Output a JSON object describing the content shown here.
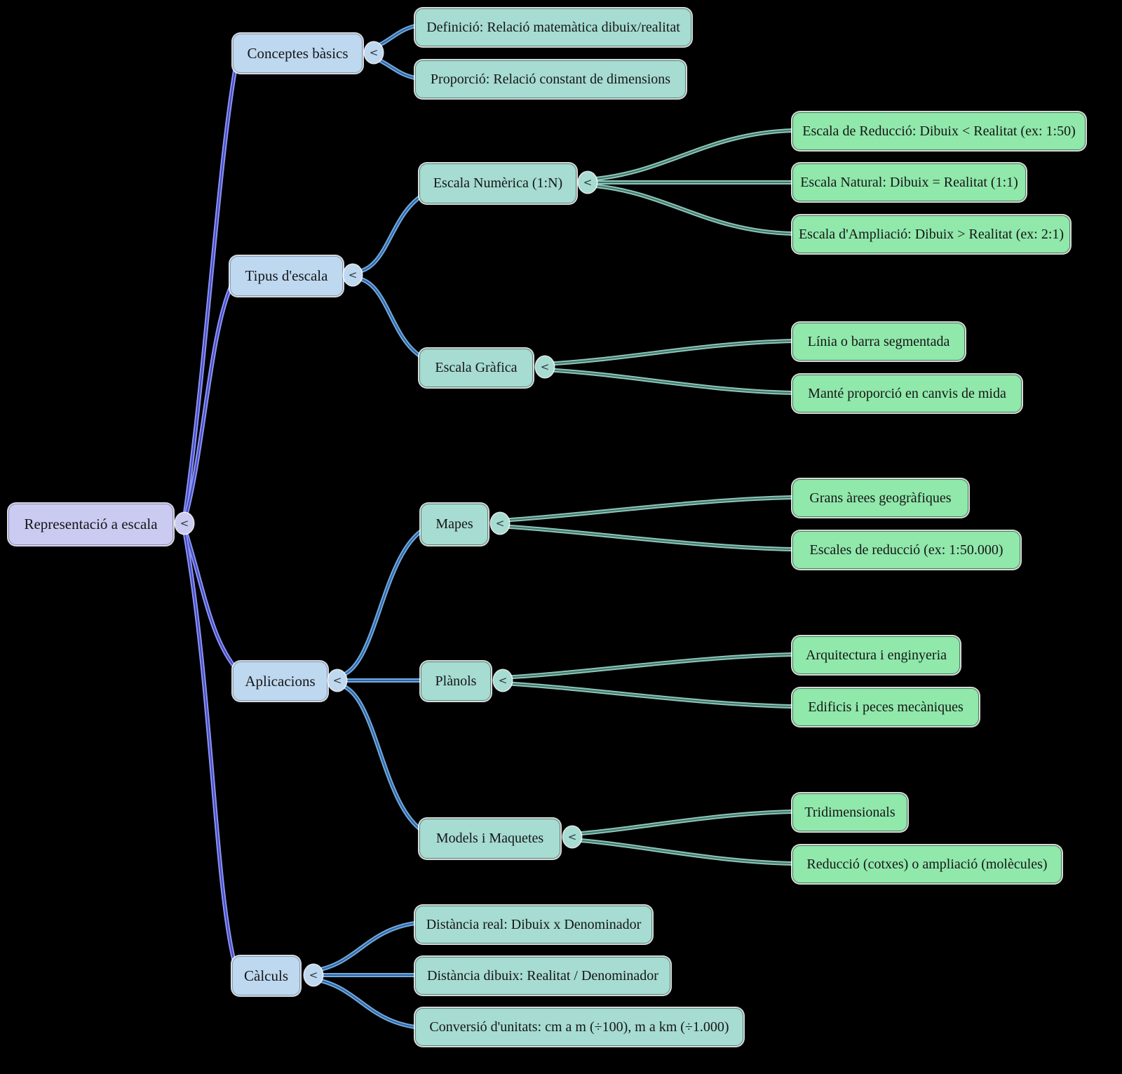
{
  "mindmap": {
    "toggle_symbol": "<",
    "root": {
      "label": "Representació a escala"
    },
    "branches": [
      {
        "label": "Conceptes bàsics",
        "children": [
          {
            "label": "Definició: Relació matemàtica dibuix/realitat"
          },
          {
            "label": "Proporció: Relació constant de dimensions"
          }
        ]
      },
      {
        "label": "Tipus d'escala",
        "children": [
          {
            "label": "Escala Numèrica (1:N)",
            "children": [
              {
                "label": "Escala de Reducció: Dibuix < Realitat (ex: 1:50)"
              },
              {
                "label": "Escala Natural: Dibuix = Realitat (1:1)"
              },
              {
                "label": "Escala d'Ampliació: Dibuix > Realitat (ex: 2:1)"
              }
            ]
          },
          {
            "label": "Escala Gràfica",
            "children": [
              {
                "label": "Línia o barra segmentada"
              },
              {
                "label": "Manté proporció en canvis de mida"
              }
            ]
          }
        ]
      },
      {
        "label": "Aplicacions",
        "children": [
          {
            "label": "Mapes",
            "children": [
              {
                "label": "Grans àrees geogràfiques"
              },
              {
                "label": "Escales de reducció (ex: 1:50.000)"
              }
            ]
          },
          {
            "label": "Plànols",
            "children": [
              {
                "label": "Arquitectura i enginyeria"
              },
              {
                "label": "Edificis i peces mecàniques"
              }
            ]
          },
          {
            "label": "Models i Maquetes",
            "children": [
              {
                "label": "Tridimensionals"
              },
              {
                "label": "Reducció (cotxes) o ampliació (molècules)"
              }
            ]
          }
        ]
      },
      {
        "label": "Càlculs",
        "children": [
          {
            "label": "Distància real: Dibuix x Denominador"
          },
          {
            "label": "Distància dibuix: Realitat / Denominador"
          },
          {
            "label": "Conversió d'unitats: cm a m (÷100), m a km (÷1.000)"
          }
        ]
      }
    ],
    "colors": {
      "background": "#000000",
      "root_fill": "#cbcbf2",
      "level1_fill": "#bed8f0",
      "level2_fill": "#a6dcd2",
      "level3_fill": "#90e8ab",
      "edge_root": "#4049c6",
      "edge_level1": "#2b63a8",
      "edge_level2": "#3f766b"
    }
  }
}
